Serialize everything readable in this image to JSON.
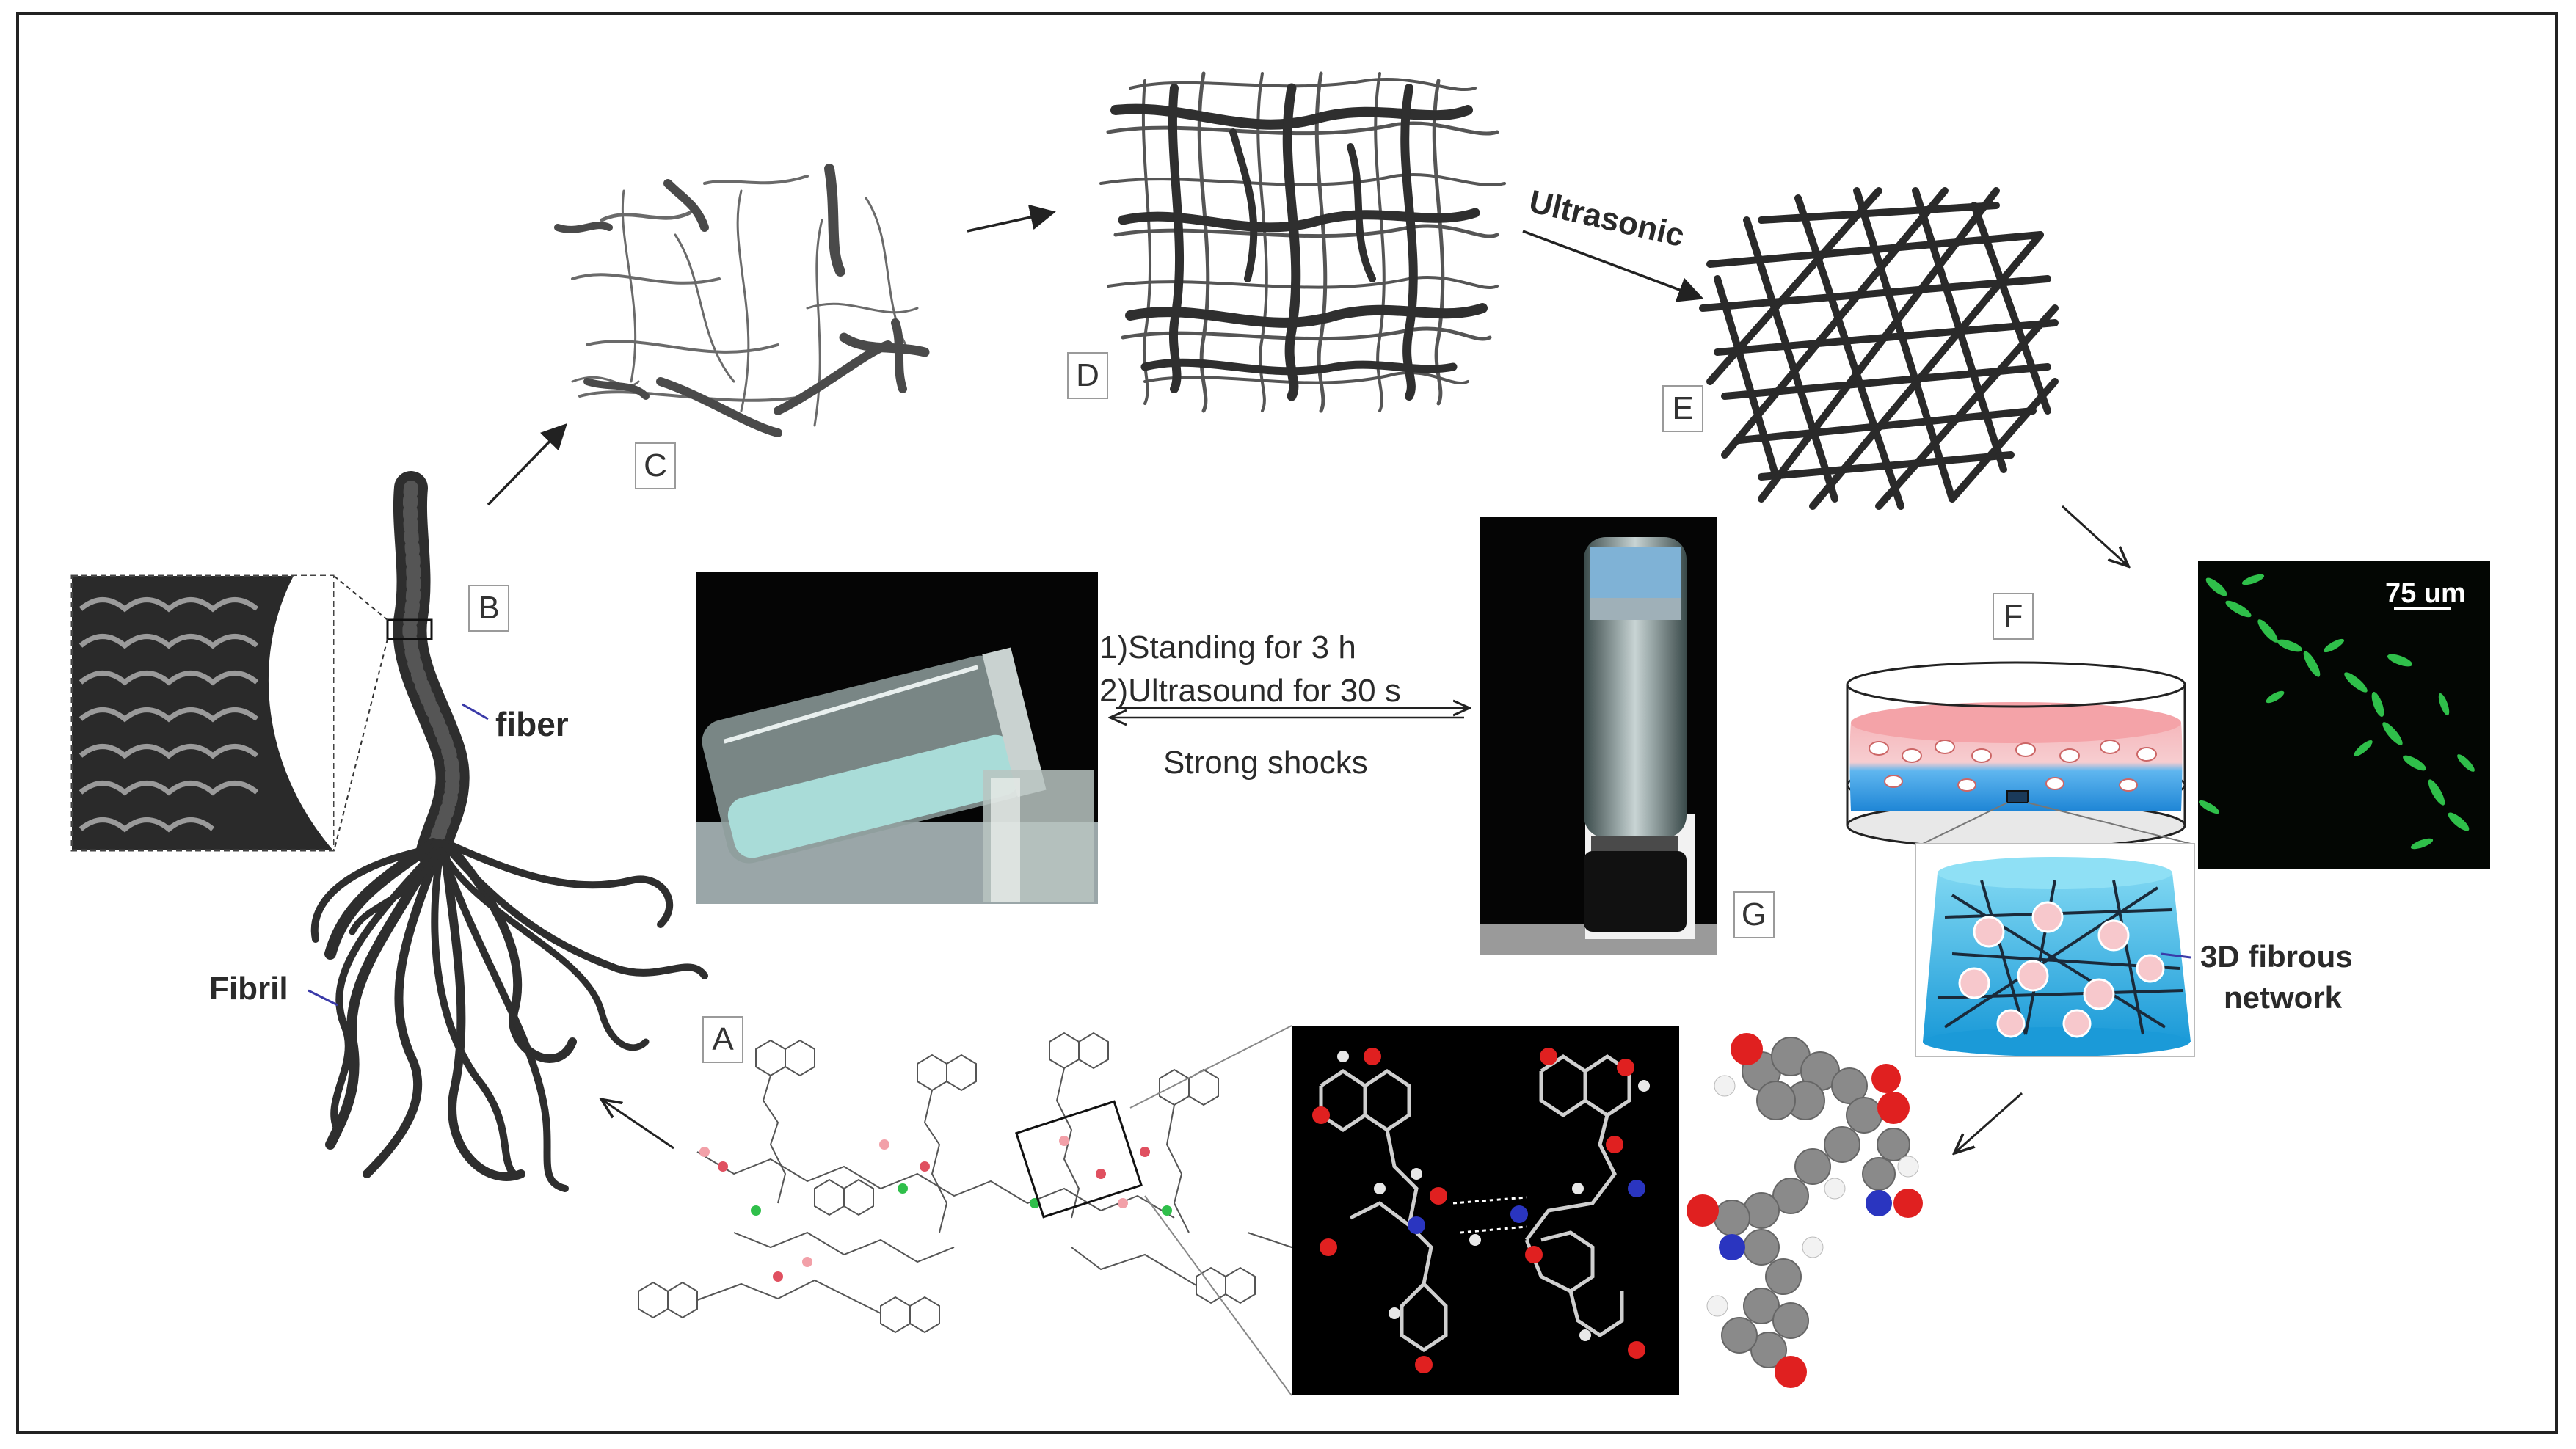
{
  "panels": {
    "A": "A",
    "B": "B",
    "C": "C",
    "D": "D",
    "E": "E",
    "F": "F",
    "G": "G"
  },
  "labels": {
    "fiber": "fiber",
    "fibril": "Fibril",
    "ultrasonic": "Ultrasonic",
    "scale_bar": "75 um",
    "network_line1": "3D fibrous",
    "network_line2": "network"
  },
  "process": {
    "step1": "1)Standing for 3 h",
    "step2": "2)Ultrasound for 30 s",
    "reverse": "Strong shocks"
  },
  "colors": {
    "fiber": "#2e2e2e",
    "fluorescence": "#2fbf4a",
    "dish_top": "#f07a80",
    "dish_bottom": "#3a9ee6",
    "atom_oxygen": "#e02020",
    "atom_nitrogen": "#2a35c0",
    "atom_carbon": "#8a8a8a",
    "pointer_line": "#3a3aa8"
  }
}
